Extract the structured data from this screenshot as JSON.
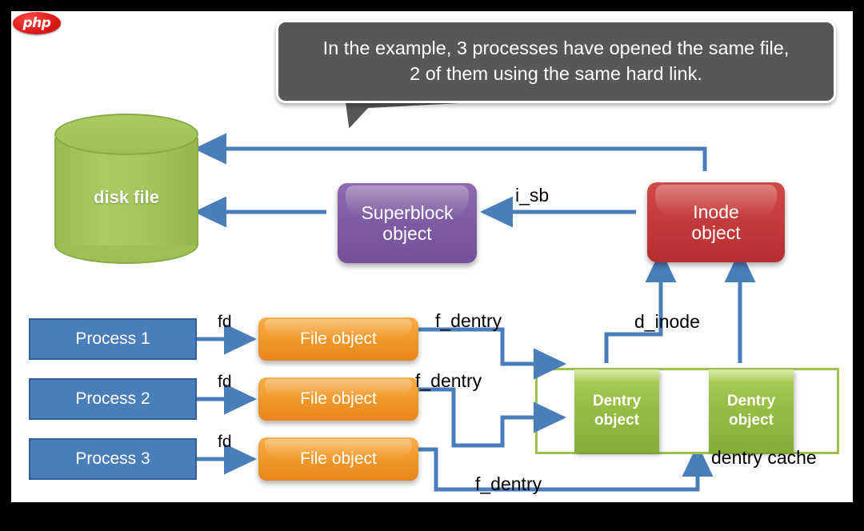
{
  "badge": {
    "text": "php"
  },
  "callout": {
    "line1": "In the example, 3 processes have opened the same file,",
    "line2": "2 of them using the same hard link."
  },
  "nodes": {
    "disk": {
      "label": "disk file",
      "color": "#9cbf56"
    },
    "superblock": {
      "label_line1": "Superblock",
      "label_line2": "object",
      "color": "#7f5ba3"
    },
    "inode": {
      "label_line1": "Inode",
      "label_line2": "object",
      "color": "#c2393a"
    },
    "dentry1": {
      "label_line1": "Dentry",
      "label_line2": "object",
      "color": "#9cc44a"
    },
    "dentry2": {
      "label_line1": "Dentry",
      "label_line2": "object",
      "color": "#9cc44a"
    }
  },
  "processes": [
    {
      "label": "Process 1",
      "fd_label": "fd",
      "file_object": "File object",
      "link_label": "f_dentry"
    },
    {
      "label": "Process 2",
      "fd_label": "fd",
      "file_object": "File object",
      "link_label": "f_dentry"
    },
    {
      "label": "Process 3",
      "fd_label": "fd",
      "file_object": "File object",
      "link_label": "f_dentry"
    }
  ],
  "edges": {
    "i_sb": "i_sb",
    "d_inode": "d_inode"
  },
  "cache": {
    "label": "dentry cache",
    "border_color": "#9dc24f"
  },
  "colors": {
    "arrow": "#4a7ebb",
    "process_fill": "#4a7ebb",
    "file_fill": "#f29b2d",
    "callout_fill": "#575757",
    "frame": "#000000"
  }
}
